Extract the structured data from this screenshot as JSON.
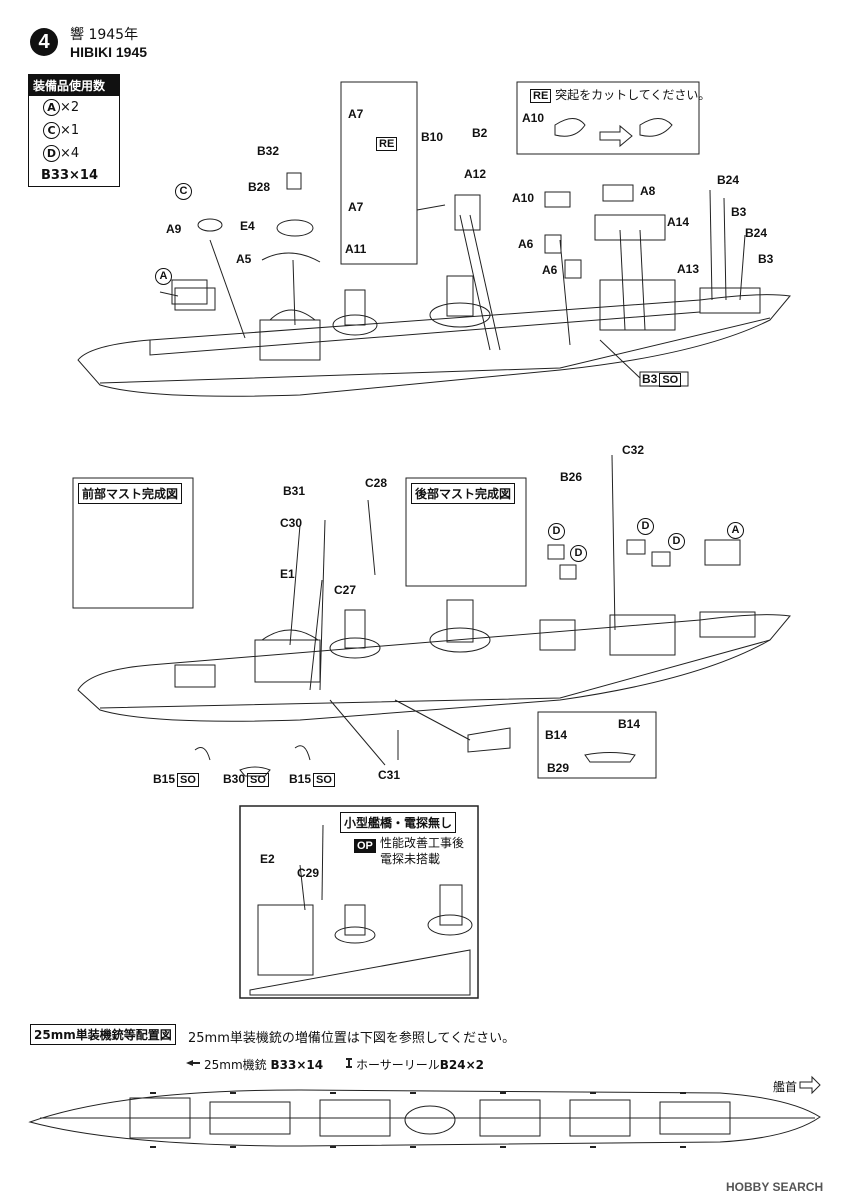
{
  "header": {
    "step_number": "4",
    "title_jp": "響 1945年",
    "title_en": "HIBIKI 1945"
  },
  "parts_used": {
    "heading": "装備品使用数",
    "items": [
      {
        "part": "A",
        "count": "×2"
      },
      {
        "part": "C",
        "count": "×1"
      },
      {
        "part": "D",
        "count": "×4"
      },
      {
        "part": "B33",
        "count": "×14"
      }
    ]
  },
  "top_diagram": {
    "inset_labels": [
      "A7",
      "RE",
      "A7",
      "A11"
    ],
    "cut_note_tag": "RE",
    "cut_note": "突起をカットしてください。",
    "cut_label": "A10",
    "labels": {
      "b32": "B32",
      "b28": "B28",
      "e4": "E4",
      "a9": "A9",
      "c": "C",
      "a5": "A5",
      "a": "A",
      "b10": "B10",
      "b2": "B2",
      "a12": "A12",
      "a10": "A10",
      "a8": "A8",
      "a6a": "A6",
      "a6b": "A6",
      "a14": "A14",
      "a13": "A13",
      "b24a": "B24",
      "b3a": "B3",
      "b24b": "B24",
      "b3b": "B3",
      "b3so": "B3",
      "so": "SO"
    }
  },
  "mid_diagram": {
    "fore_mast_title": "前部マスト完成図",
    "aft_mast_title": "後部マスト完成図",
    "labels": {
      "b31": "B31",
      "c28": "C28",
      "c30": "C30",
      "e1": "E1",
      "c27": "C27",
      "c32": "C32",
      "b26": "B26",
      "d1": "D",
      "d2": "D",
      "d3": "D",
      "d4": "D",
      "a": "A",
      "b14a": "B14",
      "b14b": "B14",
      "b29": "B29",
      "b15a": "B15",
      "b30": "B30",
      "b15b": "B15",
      "c31": "C31",
      "so": "SO"
    }
  },
  "small_bridge": {
    "title": "小型艦橋・電探無し",
    "op_tag": "OP",
    "note_line1": "性能改善工事後",
    "note_line2": "電探未搭載",
    "labels": {
      "e2": "E2",
      "c29": "C29"
    }
  },
  "placement": {
    "title": "25mm単装機銃等配置図",
    "description": "25mm単装機銃の増備位置は下図を参照してください。",
    "legend_1_text": "25mm機銃",
    "legend_1_part": "B33×14",
    "legend_2_text": "ホーサーリール",
    "legend_2_part": "B24×2",
    "bow_label": "艦首"
  },
  "watermark": "HOBBY SEARCH"
}
